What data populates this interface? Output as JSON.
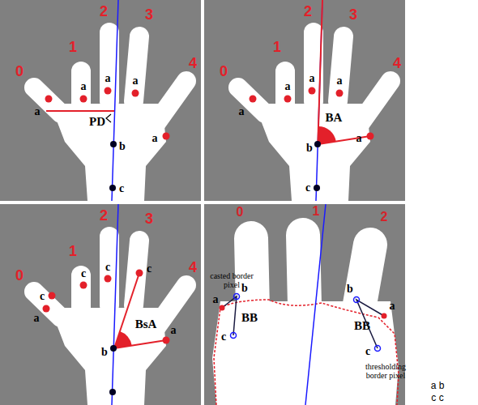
{
  "diagram": {
    "labels": [
      "0",
      "1",
      "2",
      "3",
      "4",
      "a",
      "a",
      "a",
      "a",
      "a",
      "PD",
      "b",
      "c",
      "0",
      "1",
      "2",
      "3",
      "4",
      "a",
      "a",
      "a",
      "a",
      "a",
      "BA",
      "b",
      "c",
      "0",
      "1",
      "2",
      "3",
      "4",
      "c",
      "a",
      "c",
      "c",
      "c",
      "a",
      "BsA",
      "b",
      "0",
      "1",
      "2",
      "casted border pixel",
      "a",
      "b",
      "c",
      "BB",
      "b",
      "a",
      "c",
      "BB",
      "thresholding border pixel",
      "a b",
      "c c"
    ]
  }
}
